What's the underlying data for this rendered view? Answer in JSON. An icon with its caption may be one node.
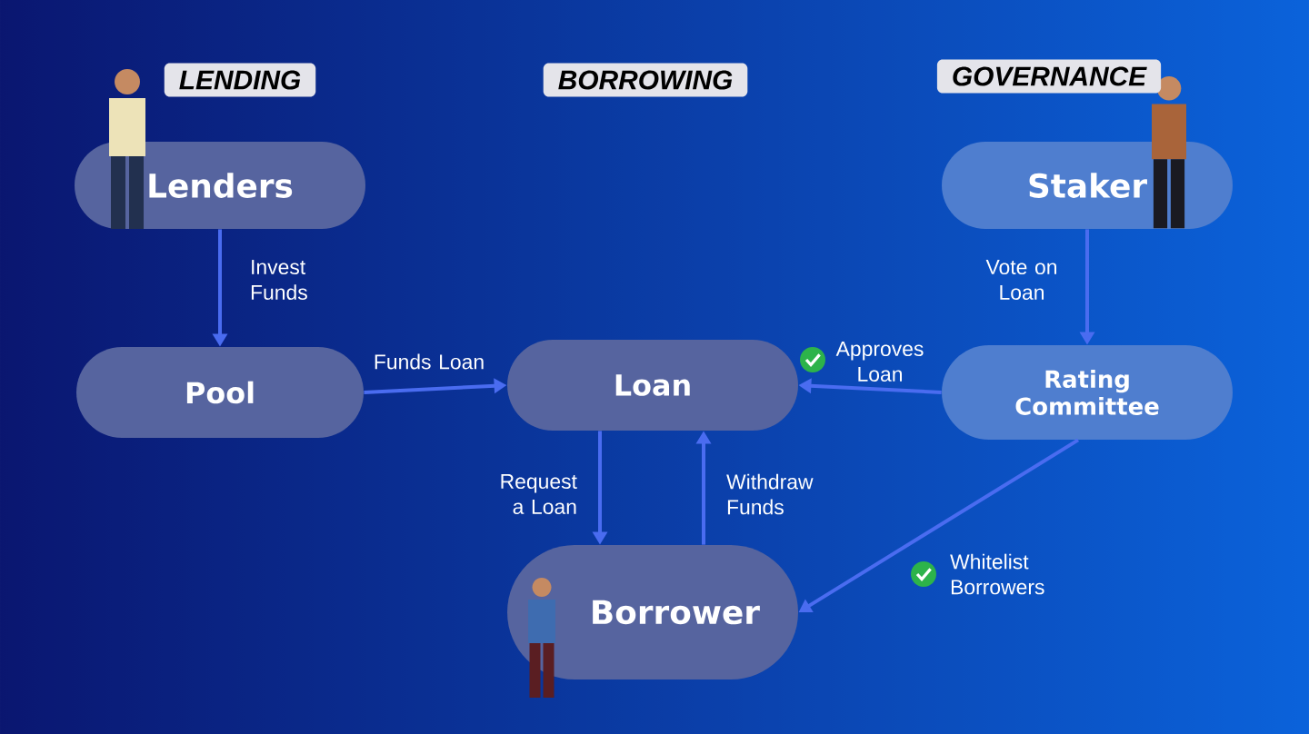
{
  "diagram": {
    "nodes": [
      {
        "text": [
          "Lenders"
        ]
      },
      {
        "text": [
          "Pool"
        ]
      },
      {
        "text": [
          "Loan"
        ]
      },
      {
        "text": [
          "Staker"
        ]
      },
      {
        "text": [
          "Rating Committee"
        ]
      },
      {
        "text": [
          "Borrower"
        ]
      }
    ],
    "edges": [
      {
        "from": 0,
        "to": 1,
        "arrow": "to",
        "label": "Invest Funds"
      },
      {
        "from": 1,
        "to": 2,
        "arrow": "to",
        "label": "Funds Loan"
      },
      {
        "from": 3,
        "to": 4,
        "arrow": "to",
        "label": "Vote on Loan"
      },
      {
        "from": 4,
        "to": 2,
        "arrow": "to",
        "label": "Approves Loan"
      },
      {
        "from": 2,
        "to": 5,
        "arrow": "to",
        "label": "Request a Loan"
      },
      {
        "from": 5,
        "to": 2,
        "arrow": "to",
        "label": "Withdraw Funds"
      },
      {
        "from": 4,
        "to": 5,
        "arrow": "to",
        "label": "Whitelist Borrowers"
      }
    ],
    "labels": [
      "LENDING",
      "BORROWING",
      "GOVERNANCE"
    ]
  }
}
